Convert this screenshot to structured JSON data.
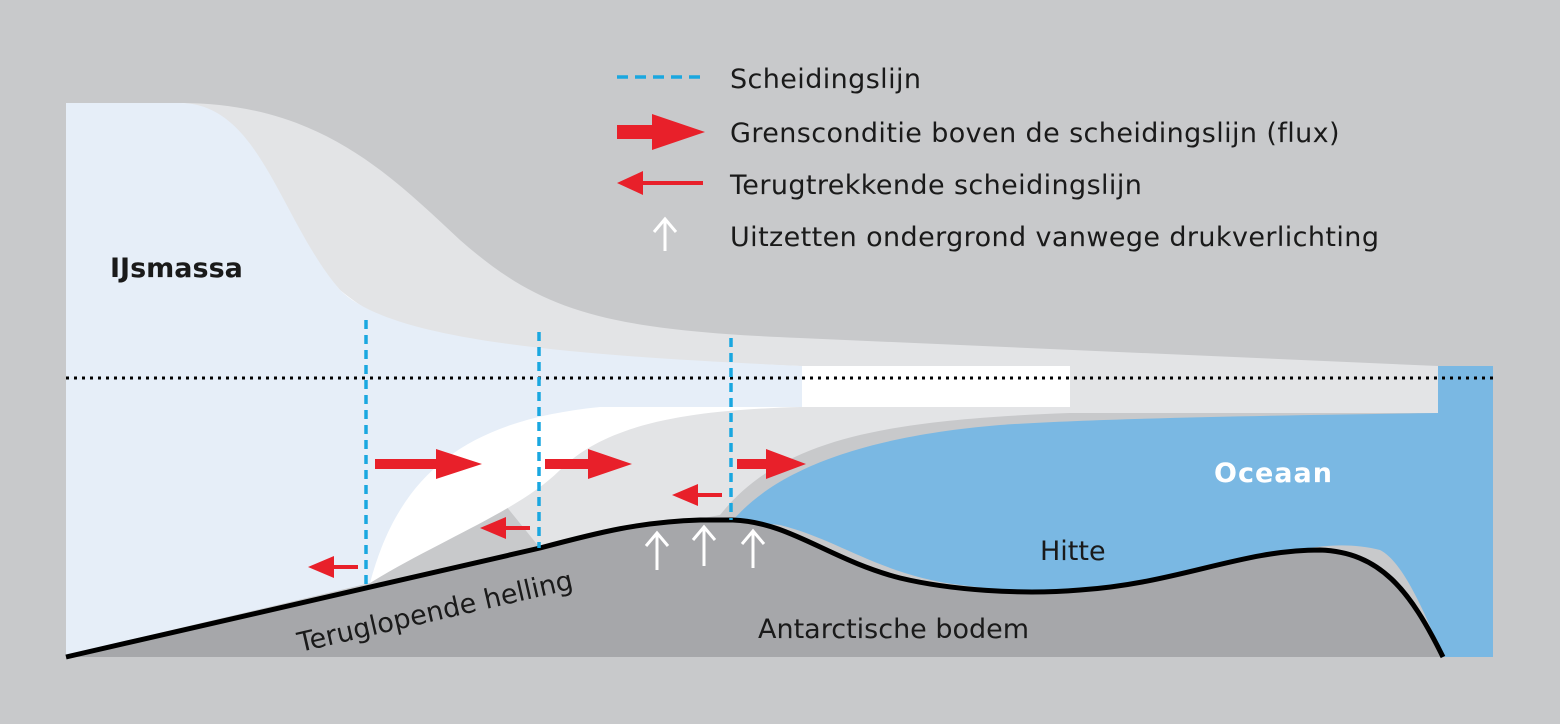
{
  "legend": {
    "grounding_line": "Scheidingslijn",
    "flux_boundary": "Grensconditie boven de scheidingslijn (flux)",
    "retreating_line": "Terugtrekkende scheidingslijn",
    "uplift": "Uitzetten ondergrond vanwege drukverlichting"
  },
  "labels": {
    "ice_mass": "IJsmassa",
    "ocean": "Oceaan",
    "heat": "Hitte",
    "bed": "Antarctische bodem",
    "slope": "Teruglopende helling"
  },
  "colors": {
    "background": "#c8c9cb",
    "ice_current": "#e6eef8",
    "ice_intermediate": "#ffffff",
    "ice_previous": "#e3e4e6",
    "ocean": "#7ab8e3",
    "bed": "#a6a7aa",
    "grounding_line": "#1aa7e0",
    "flux_arrow": "#e8202a",
    "uplift_arrow": "#ffffff"
  },
  "icons": {
    "grounding_line": "dashed-line",
    "flux_boundary": "arrow-right",
    "retreating_line": "arrow-left",
    "uplift": "arrow-up"
  }
}
